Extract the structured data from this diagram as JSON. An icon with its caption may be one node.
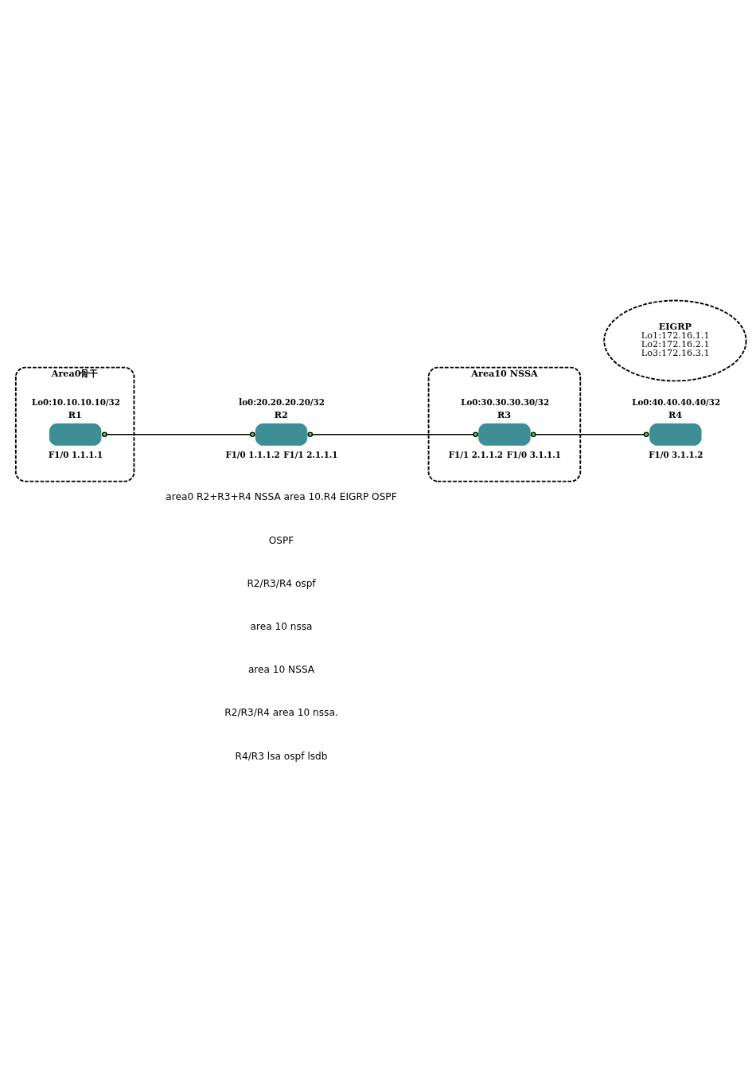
{
  "diagram": {
    "nodes": [
      {
        "text": [
          "Area10 NSSA"
        ]
      },
      {
        "text": [
          "R2"
        ],
        "beside": [
          "lo0:20.20.20.20/32",
          "F1/0 1.1.1.2",
          "F1/1 2.1.1.1"
        ]
      },
      {
        "text": [
          "R3"
        ],
        "in": 0,
        "beside": [
          "Lo0:30.30.30.30/32",
          "F1/1 2.1.1.2",
          "F1/0 3.1.1.1"
        ]
      },
      {
        "text": [
          "EIGRP",
          "Lo1:172.16.1.1",
          "Lo2:172.16.2.1",
          "Lo3:172.16.3.1"
        ]
      },
      {
        "text": [
          "R4"
        ],
        "beside": [
          "Lo0:40.40.40.40/32",
          "F1/0 3.1.1.2"
        ]
      },
      {
        "text": [
          "Area0骨干"
        ]
      },
      {
        "text": [
          "R1"
        ],
        "in": 5,
        "beside": [
          "Lo0:10.10.10.10/32",
          "F1/0 1.1.1.1"
        ]
      }
    ],
    "edges": [
      {
        "from": 6,
        "to": 1,
        "arrow": "other"
      },
      {
        "from": 1,
        "to": 2,
        "arrow": "other"
      },
      {
        "from": 2,
        "to": 4,
        "arrow": "other"
      }
    ],
    "labels": [
      "area0 R2+R3+R4 NSSA area 10.R4 EIGRP OSPF",
      "OSPF",
      "R2/R3/R4 ospf",
      "area 10 nssa",
      "area 10 NSSA",
      "R2/R3/R4 area 10 nssa.",
      "R4/R3 lsa ospf lsdb"
    ]
  }
}
